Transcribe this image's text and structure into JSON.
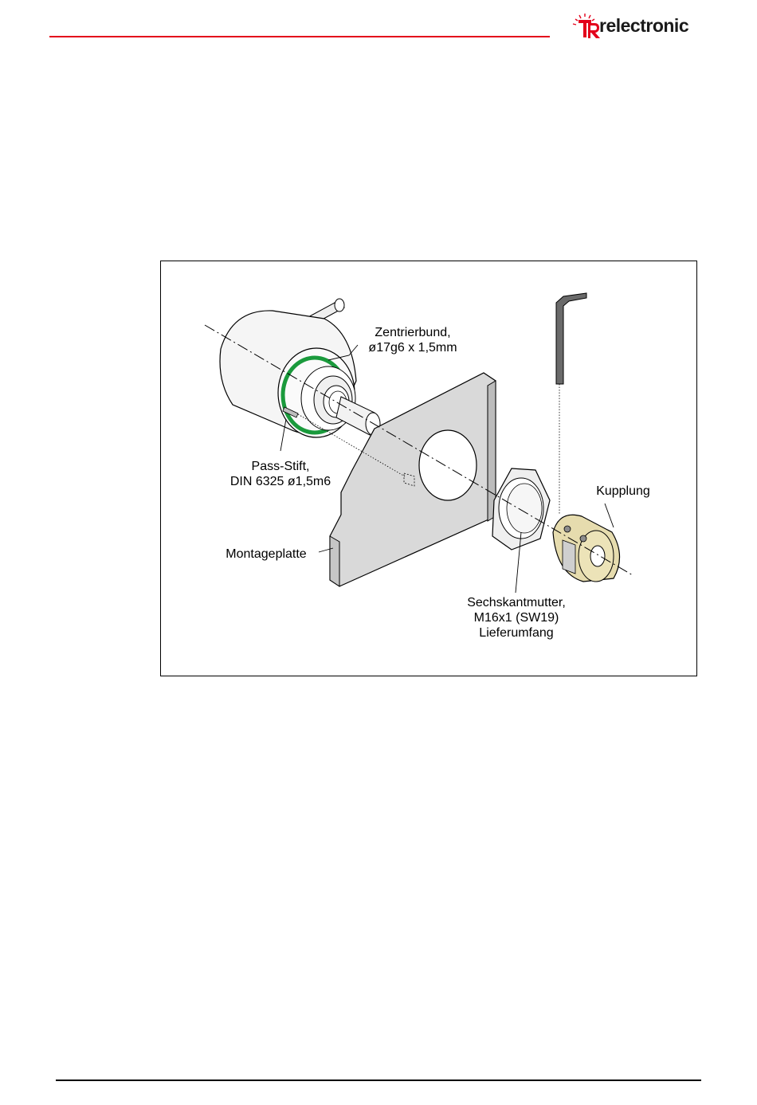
{
  "header": {
    "rule_color": "#e3001b",
    "logo": {
      "text": "relectronic",
      "brand_color": "#e3001b",
      "text_color": "#1a1a1a"
    }
  },
  "figure": {
    "labels": {
      "zentrierbund_1": "Zentrierbund,",
      "zentrierbund_2": "ø17g6 x 1,5mm",
      "pass_stift_1": "Pass-Stift,",
      "pass_stift_2": "DIN 6325 ø1,5m6",
      "montageplatte": "Montageplatte",
      "kupplung": "Kupplung",
      "sechskant_1": "Sechskantmutter,",
      "sechskant_2": "M16x1 (SW19)",
      "sechskant_3": "Lieferumfang"
    },
    "colors": {
      "centering_collar": "#1a9a3c",
      "plate": "#d9d9d9",
      "coupling": "#e6dcae"
    }
  }
}
